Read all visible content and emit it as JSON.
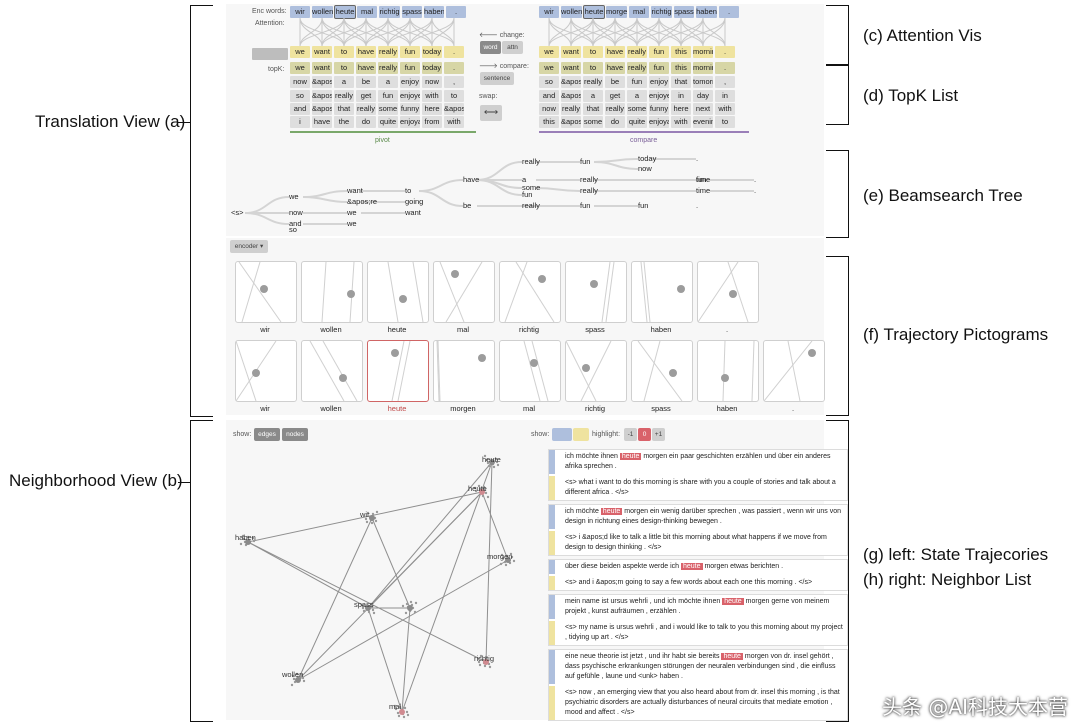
{
  "labels": {
    "translation_view": "Translation View (a)",
    "neighborhood_view": "Neighborhood View (b)",
    "attention_vis": "(c) Attention Vis",
    "topk_list": "(d) TopK List",
    "beamsearch_tree": "(e) Beamsearch Tree",
    "trajectory_pictograms": "(f) Trajectory Pictograms",
    "state_trajectories": "(g) left: State Trajecories",
    "neighbor_list": "(h) right: Neighbor List"
  },
  "translation": {
    "enc_words_label": "Enc words:",
    "attention_label": "Attention:",
    "topk_label": "topK:",
    "pivot_label": "pivot",
    "compare_label": "compare",
    "change_label": "change:",
    "word_btn": "word",
    "attn_btn": "attn",
    "compare_ctrl_label": "compare:",
    "sentence_btn": "sentence",
    "swap_label": "swap:",
    "swap_icon": "⟷",
    "pivot_enc": [
      "wir",
      "wollen",
      "heute",
      "mal",
      "richtig",
      "spass",
      "haben",
      "."
    ],
    "compare_enc": [
      "wir",
      "wollen",
      "heute",
      "morgen",
      "mal",
      "richtig",
      "spass",
      "haben",
      "."
    ],
    "pivot_topk": [
      [
        "we",
        "want",
        "to",
        "have",
        "really",
        "fun",
        "today",
        "."
      ],
      [
        "we",
        "want",
        "to",
        "have",
        "really",
        "fun",
        "today",
        "."
      ],
      [
        "now",
        "&apos;re",
        "a",
        "be",
        "a",
        "enjoy",
        "now",
        ","
      ],
      [
        "so",
        "&apos;d",
        "really",
        "get",
        "fun",
        "enjoyed",
        "with",
        "to"
      ],
      [
        "and",
        "&apos;ll",
        "that",
        "really",
        "some",
        "funny",
        "here",
        "&apos;s"
      ],
      [
        "i",
        "have",
        "the",
        "do",
        "quite",
        "enjoyable",
        "from",
        "with"
      ]
    ],
    "compare_topk": [
      [
        "we",
        "want",
        "to",
        "have",
        "really",
        "fun",
        "this",
        "morning",
        "."
      ],
      [
        "we",
        "want",
        "to",
        "have",
        "really",
        "fun",
        "this",
        "morning",
        "."
      ],
      [
        "so",
        "&apos;re",
        "really",
        "be",
        "fun",
        "enjoy",
        "that",
        "tomorrow",
        ","
      ],
      [
        "and",
        "&apos;d",
        "a",
        "get",
        "a",
        "enjoyed",
        "in",
        "day",
        "in"
      ],
      [
        "now",
        "really",
        "that",
        "really",
        "some",
        "funny",
        "here",
        "next",
        "with"
      ],
      [
        "this",
        "&apos;s",
        "some",
        "do",
        "quite",
        "enjoyable",
        "with",
        "evening",
        "to"
      ]
    ]
  },
  "beam": {
    "words": [
      {
        "t": "<s>"
      },
      {
        "t": "we"
      },
      {
        "t": "now"
      },
      {
        "t": "and"
      },
      {
        "t": "so"
      },
      {
        "t": "want"
      },
      {
        "t": "&apos;re"
      },
      {
        "t": "we"
      },
      {
        "t": "we"
      },
      {
        "t": "to"
      },
      {
        "t": "going"
      },
      {
        "t": "want"
      },
      {
        "t": "have"
      },
      {
        "t": "be"
      },
      {
        "t": "really"
      },
      {
        "t": "a"
      },
      {
        "t": "some"
      },
      {
        "t": "fun"
      },
      {
        "t": "really"
      },
      {
        "t": "fun"
      },
      {
        "t": "really"
      },
      {
        "t": "really"
      },
      {
        "t": "fun"
      },
      {
        "t": "today"
      },
      {
        "t": "now"
      },
      {
        "t": "fun"
      },
      {
        "t": "fun"
      },
      {
        "t": "today"
      },
      {
        "t": "."
      },
      {
        "t": "time"
      },
      {
        "t": "time"
      },
      {
        "t": "."
      },
      {
        "t": "."
      },
      {
        "t": "."
      }
    ]
  },
  "encoder_dropdown": "encoder ▾",
  "pictograms": {
    "row1": [
      "wir",
      "wollen",
      "heute",
      "mal",
      "richtig",
      "spass",
      "haben",
      "."
    ],
    "row2": [
      "wir",
      "wollen",
      "heute",
      "morgen",
      "mal",
      "richtig",
      "spass",
      "haben",
      "."
    ]
  },
  "neighborhood": {
    "show_label": "show:",
    "edges_btn": "edges",
    "nodes_btn": "nodes",
    "show2_label": "show:",
    "highlight_label": "highlight:",
    "hl_minus": "-1",
    "hl_zero": "0",
    "hl_plus": "+1",
    "node_labels": [
      "heute",
      "heute",
      "wir",
      "haben",
      "morgen",
      "spass",
      "richtig",
      "wollen",
      "mal"
    ],
    "rows": [
      {
        "src_pre": "ich möchte ihnen ",
        "src_hl": "heute",
        "src_post": " morgen ein paar geschichten erzählen und über ein anderes afrika sprechen .",
        "tgt": "<s> what i want to do this morning is share with you a couple of stories and talk about a different africa . </s>"
      },
      {
        "src_pre": "ich möchte ",
        "src_hl": "heute",
        "src_post": " morgen ein wenig darüber sprechen , was passiert , wenn wir uns von design in richtung eines design-thinking bewegen .",
        "tgt": "<s> i &apos;d like to talk a little bit this morning about what happens if we move from design to design thinking . </s>"
      },
      {
        "src_pre": "über diese beiden aspekte werde ich ",
        "src_hl": "heute",
        "src_post": " morgen etwas berichten .",
        "tgt": "<s> and i &apos;m going to say a few words about each one this morning . </s>"
      },
      {
        "src_pre": "mein name ist ursus wehrli , und ich möchte ihnen ",
        "src_hl": "heute",
        "src_post": " morgen gerne von meinem projekt , kunst aufräumen , erzählen .",
        "tgt": "<s> my name is ursus wehrli , and i would like to talk to you this morning about my project , tidying up art . </s>"
      },
      {
        "src_pre": "eine neue theorie ist jetzt , und ihr habt sie bereits ",
        "src_hl": "heute",
        "src_post": " morgen von dr. insel gehört , dass psychische erkrankungen störungen der neuralen verbindungen sind , die einfluss auf gefühle , laune und <unk> haben .",
        "tgt": "<s> now , an emerging view that you also heard about from dr. insel this morning , is that psychiatric disorders are actually disturbances of neural circuits that mediate emotion , mood and affect . </s>"
      }
    ]
  },
  "watermark": "头条 @AI科技大本营",
  "colors": {
    "enc": "#aebfdd",
    "dec": "#efe39f",
    "highlight": "#d9626a",
    "pivot_line": "#7aa86a",
    "compare_line": "#9a7fb8"
  }
}
